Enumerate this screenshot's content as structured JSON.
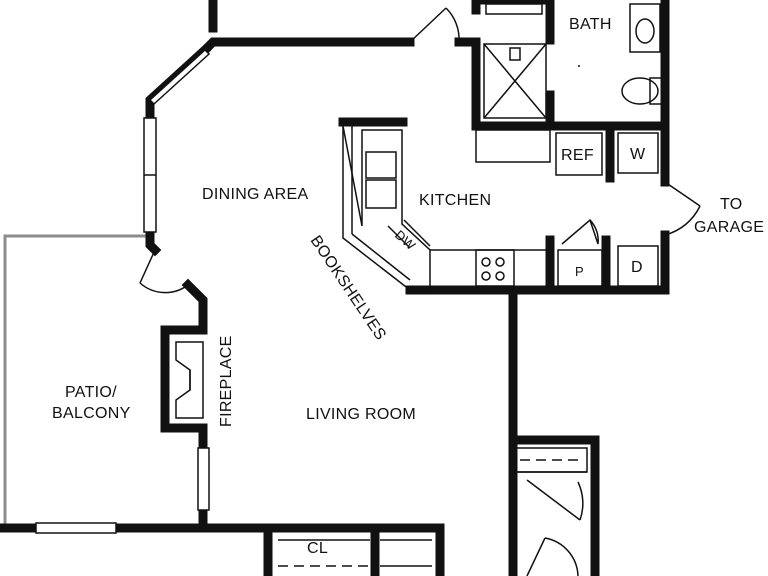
{
  "rooms": {
    "bath": "BATH",
    "dining": "DINING AREA",
    "kitchen": "KITCHEN",
    "garage_line1": "TO",
    "garage_line2": "GARAGE",
    "bookshelves": "BOOKSHELVES",
    "patio_line1": "PATIO/",
    "patio_line2": "BALCONY",
    "fireplace": "FIREPLACE",
    "living": "LIVING ROOM",
    "closet": "CL"
  },
  "fixtures": {
    "ref": "REF",
    "washer": "W",
    "dryer": "D",
    "pantry": "P",
    "dishwasher": "DW"
  },
  "colors": {
    "wall": "#111111",
    "patio_edge": "#8c8c8c",
    "background": "#ffffff"
  }
}
